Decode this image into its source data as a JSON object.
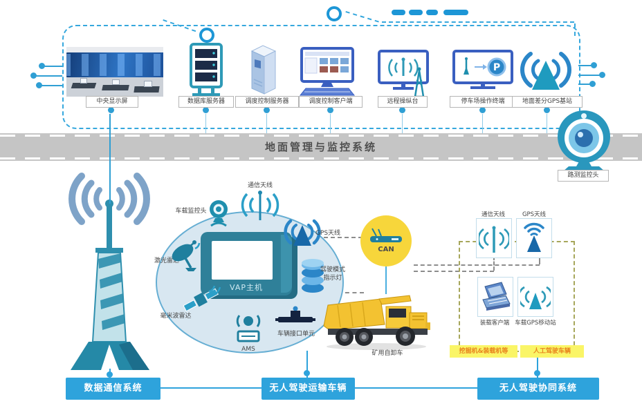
{
  "colors": {
    "accent_blue": "#2ea3dc",
    "teal": "#2e9ab7",
    "band_gray": "#c5c5c5",
    "can_yellow": "#f7d63b",
    "truck_yellow": "#f3c231",
    "tag_yellow": "#faf567"
  },
  "top": {
    "devices": [
      {
        "label": "中央显示屏",
        "icon": "control-room-photo"
      },
      {
        "label": "数据库服务器",
        "icon": "database-server"
      },
      {
        "label": "调度控制服务器",
        "icon": "tower-server"
      },
      {
        "label": "调度控制客户端",
        "icon": "desktop-client"
      },
      {
        "label": "远程操纵台",
        "icon": "remote-console"
      },
      {
        "label": "停车场操作终端",
        "icon": "parking-terminal"
      },
      {
        "label": "地面差分GPS基站",
        "icon": "gps-base-antenna"
      }
    ],
    "parking_p": "P"
  },
  "road_banner": "地面管理与监控系统",
  "roadside_camera_label": "路测监控头",
  "vehicle": {
    "vap": "VAP主机",
    "can": "CAN",
    "truck": "矿用自卸车",
    "components": {
      "comm_antenna": "通信天线",
      "onboard_camera": "车载监控头",
      "lidar": "激光雷达",
      "mmwave_radar": "毫米波雷达",
      "ams": "AMS",
      "vehicle_interface_unit": "车辆接口单元",
      "gps_antenna": "GPS天线",
      "drive_mode_line1": "驾驶模式",
      "drive_mode_line2": "指示灯"
    }
  },
  "collab": {
    "items": [
      {
        "label": "通信天线"
      },
      {
        "label": "GPS天线"
      },
      {
        "label": "装载客户端"
      },
      {
        "label": "车载GPS移动站"
      }
    ],
    "tags": [
      {
        "label": "挖掘机&装载机等"
      },
      {
        "label": "人工驾驶车辆"
      }
    ]
  },
  "systems": [
    {
      "label": "数据通信系统"
    },
    {
      "label": "无人驾驶运输车辆"
    },
    {
      "label": "无人驾驶协同系统"
    }
  ]
}
